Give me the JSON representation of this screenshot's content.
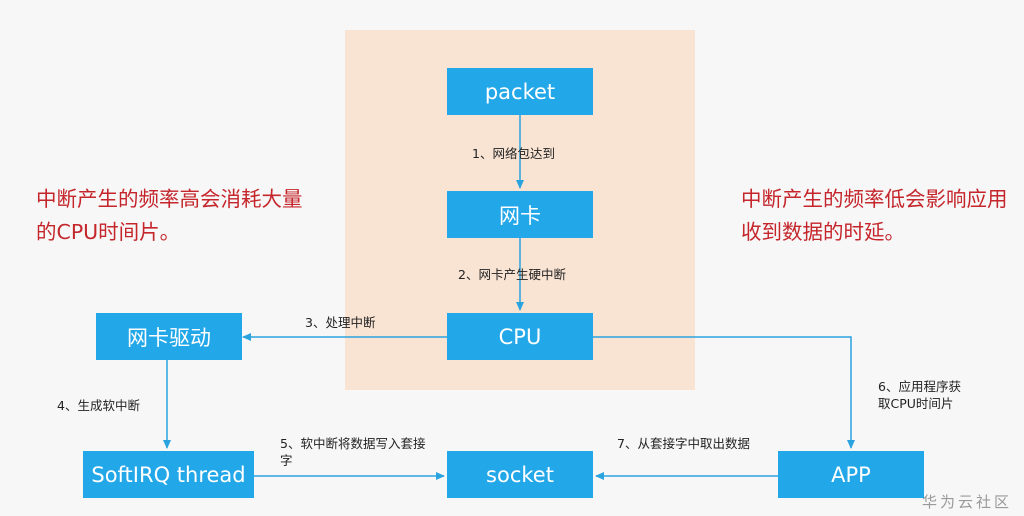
{
  "nodes": {
    "packet": "packet",
    "nic": "网卡",
    "cpu": "CPU",
    "nic_driver": "网卡驱动",
    "softirq": "SoftIRQ thread",
    "socket": "socket",
    "app": "APP"
  },
  "steps": {
    "step1": "1、网络包达到",
    "step2": "2、网卡产生硬中断",
    "step3": "3、处理中断",
    "step4": "4、生成软中断",
    "step5": "5、软中断将数据写入套接字",
    "step6": "6、应用程序获取CPU时间片",
    "step7": "7、从套接字中取出数据"
  },
  "notes": {
    "left": "中断产生的频率高会消耗大量的CPU时间片。",
    "right": "中断产生的频率低会影响应用收到数据的时延。"
  },
  "watermark": "华为云社区",
  "colors": {
    "box": "#22a7e8",
    "panel": "#f9e4d4",
    "note_text": "#c4262b",
    "arrow": "#2aa3df"
  }
}
